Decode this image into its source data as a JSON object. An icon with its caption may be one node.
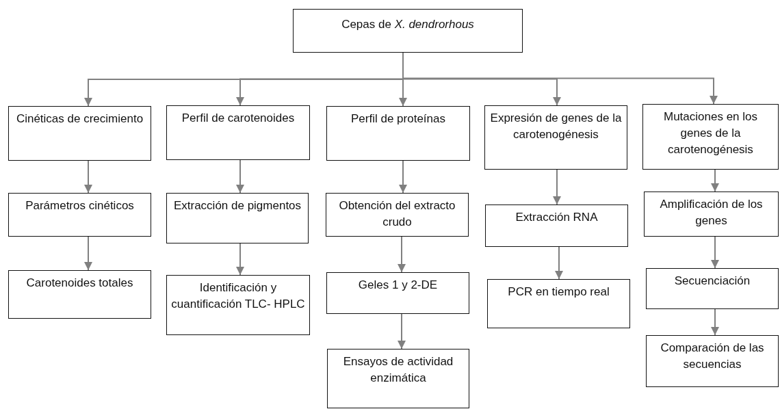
{
  "diagram": {
    "nodes": [
      {
        "text": [
          "Cepas de *X. dendrorhous*"
        ]
      },
      {
        "text": [
          "Cinéticas de crecimiento"
        ]
      },
      {
        "text": [
          "Perfil de carotenoides"
        ]
      },
      {
        "text": [
          "Perfil de proteínas"
        ]
      },
      {
        "text": [
          "Expresión de genes de la carotenogénesis"
        ]
      },
      {
        "text": [
          "Mutaciones en los genes de la carotenogénesis"
        ]
      },
      {
        "text": [
          "Parámetros cinéticos"
        ]
      },
      {
        "text": [
          "Extracción de pigmentos"
        ]
      },
      {
        "text": [
          "Obtención del extracto crudo"
        ]
      },
      {
        "text": [
          "Extracción RNA"
        ]
      },
      {
        "text": [
          "Amplificación de los genes"
        ]
      },
      {
        "text": [
          "Carotenoides totales"
        ]
      },
      {
        "text": [
          "Identificación y cuantificación TLC- HPLC"
        ]
      },
      {
        "text": [
          "Geles 1 y 2-DE"
        ]
      },
      {
        "text": [
          "PCR en tiempo real"
        ]
      },
      {
        "text": [
          "Secuenciación"
        ]
      },
      {
        "text": [
          "Ensayos de actividad enzimática"
        ]
      },
      {
        "text": [
          "Comparación de las secuencias"
        ]
      }
    ],
    "edges": [
      {
        "from": 0,
        "to": 1,
        "arrow": "to"
      },
      {
        "from": 0,
        "to": 2,
        "arrow": "to"
      },
      {
        "from": 0,
        "to": 3,
        "arrow": "to"
      },
      {
        "from": 0,
        "to": 4,
        "arrow": "to"
      },
      {
        "from": 0,
        "to": 5,
        "arrow": "to"
      },
      {
        "from": 1,
        "to": 6,
        "arrow": "to"
      },
      {
        "from": 6,
        "to": 11,
        "arrow": "to"
      },
      {
        "from": 2,
        "to": 7,
        "arrow": "to"
      },
      {
        "from": 7,
        "to": 12,
        "arrow": "to"
      },
      {
        "from": 3,
        "to": 8,
        "arrow": "to"
      },
      {
        "from": 8,
        "to": 13,
        "arrow": "to"
      },
      {
        "from": 13,
        "to": 16,
        "arrow": "to"
      },
      {
        "from": 4,
        "to": 9,
        "arrow": "to"
      },
      {
        "from": 9,
        "to": 14,
        "arrow": "to"
      },
      {
        "from": 5,
        "to": 10,
        "arrow": "to"
      },
      {
        "from": 10,
        "to": 15,
        "arrow": "to"
      },
      {
        "from": 15,
        "to": 17,
        "arrow": "to"
      }
    ]
  }
}
